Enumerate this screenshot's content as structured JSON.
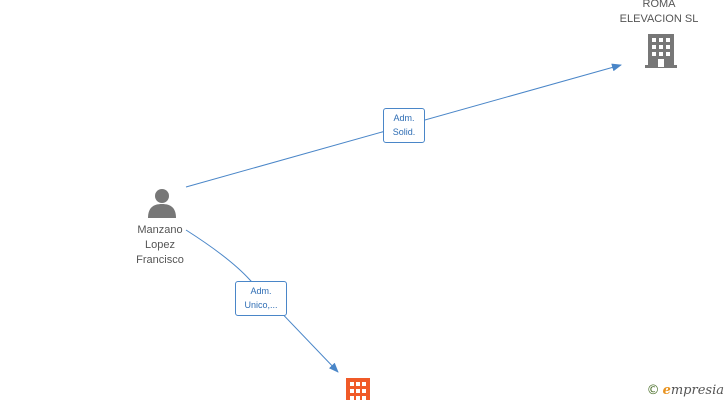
{
  "nodes": {
    "person": {
      "name_lines": [
        "Manzano",
        "Lopez",
        "Francisco"
      ],
      "icon": "person-icon",
      "color": "#777777"
    },
    "company_top": {
      "name_lines": [
        "ROMA",
        "ELEVACION SL"
      ],
      "icon": "building-icon",
      "color": "#777777"
    },
    "company_bottom": {
      "name_lines": [],
      "icon": "building-icon",
      "color": "#f05a28"
    }
  },
  "edges": [
    {
      "label_lines": [
        "Adm.",
        "Solid."
      ]
    },
    {
      "label_lines": [
        "Adm.",
        "Unico,..."
      ]
    }
  ],
  "colors": {
    "edge": "#4a86c8"
  },
  "watermark": {
    "symbol": "©",
    "brand_initial": "e",
    "brand_rest": "mpresia"
  }
}
